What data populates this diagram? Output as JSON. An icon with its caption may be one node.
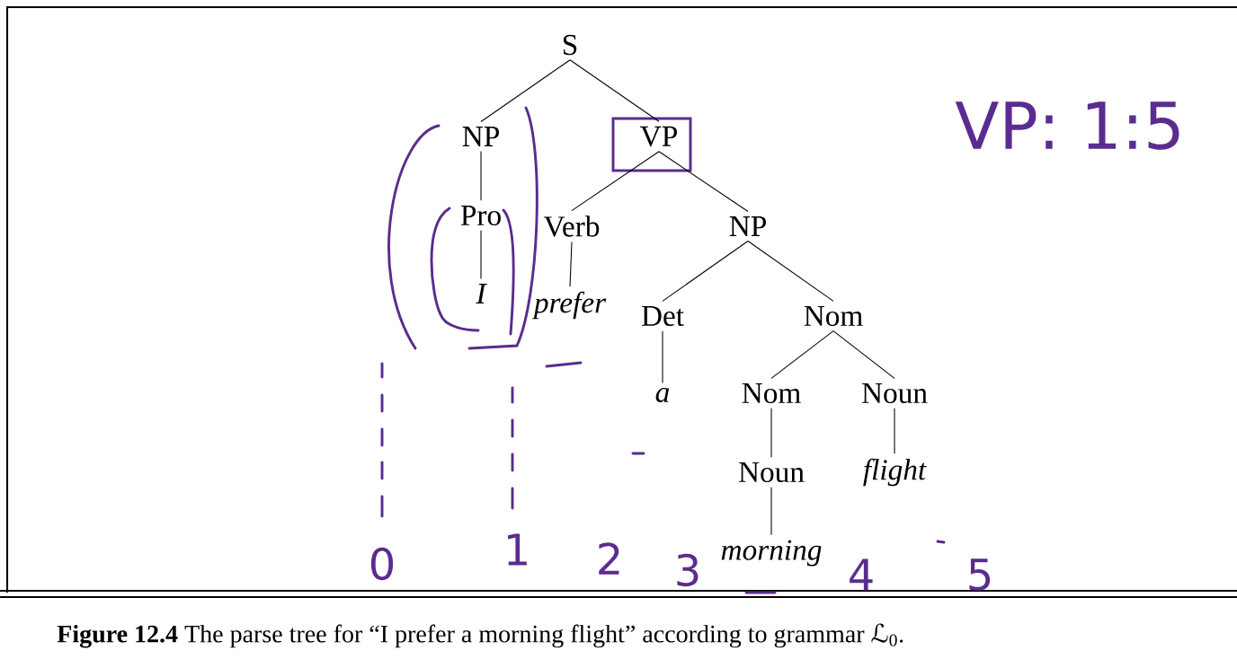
{
  "diagram": {
    "caption": "**Figure 12.4** The parse tree for “I prefer a morning flight” according to grammar ℒ$_{0}$.",
    "nodes": [
      {
        "text": [
          "S"
        ]
      },
      {
        "text": [
          "NP"
        ]
      },
      {
        "text": [
          "VP"
        ]
      },
      {
        "text": [
          "Pro"
        ]
      },
      {
        "text": [
          "Verb"
        ]
      },
      {
        "text": [
          "NP"
        ]
      },
      {
        "text": [
          "I"
        ]
      },
      {
        "text": [
          "prefer"
        ]
      },
      {
        "text": [
          "Det"
        ]
      },
      {
        "text": [
          "Nom"
        ]
      },
      {
        "text": [
          "a"
        ]
      },
      {
        "text": [
          "Nom"
        ]
      },
      {
        "text": [
          "Noun"
        ]
      },
      {
        "text": [
          "Noun"
        ]
      },
      {
        "text": [
          "flight"
        ]
      },
      {
        "text": [
          "morning"
        ]
      }
    ],
    "edges": [
      {
        "from": 0,
        "to": 1,
        "arrow": "none"
      },
      {
        "from": 0,
        "to": 2,
        "arrow": "none"
      },
      {
        "from": 1,
        "to": 3,
        "arrow": "none"
      },
      {
        "from": 2,
        "to": 4,
        "arrow": "none"
      },
      {
        "from": 2,
        "to": 5,
        "arrow": "none"
      },
      {
        "from": 3,
        "to": 6,
        "arrow": "none"
      },
      {
        "from": 4,
        "to": 7,
        "arrow": "none"
      },
      {
        "from": 5,
        "to": 8,
        "arrow": "none"
      },
      {
        "from": 5,
        "to": 9,
        "arrow": "none"
      },
      {
        "from": 8,
        "to": 10,
        "arrow": "none"
      },
      {
        "from": 9,
        "to": 11,
        "arrow": "none"
      },
      {
        "from": 9,
        "to": 12,
        "arrow": "none"
      },
      {
        "from": 11,
        "to": 13,
        "arrow": "none"
      },
      {
        "from": 12,
        "to": 14,
        "arrow": "none"
      },
      {
        "from": 13,
        "to": 15,
        "arrow": "none"
      }
    ],
    "labels": [
      "VP: 1:5",
      "0",
      "1",
      "2",
      "3",
      "4",
      "5"
    ]
  }
}
